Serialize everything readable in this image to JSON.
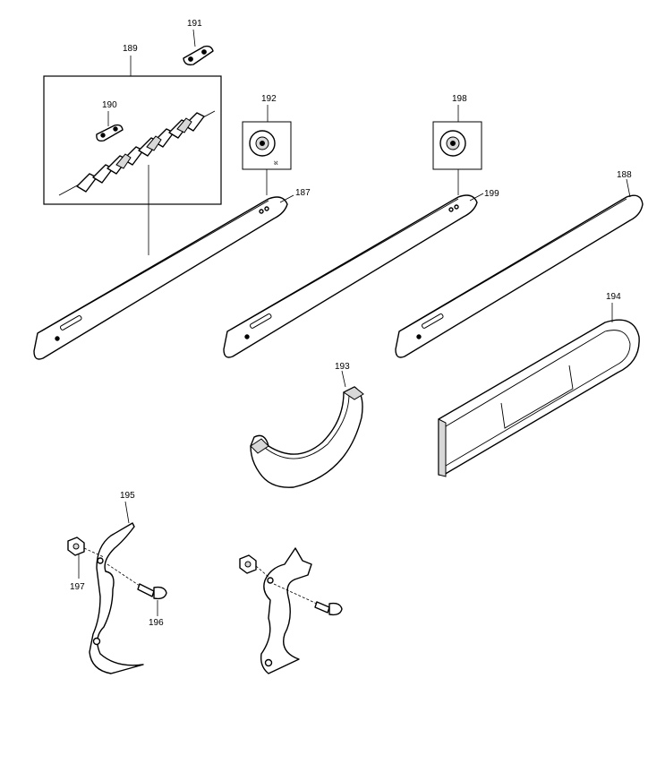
{
  "callouts": {
    "p187": "187",
    "p188": "188",
    "p189": "189",
    "p190": "190",
    "p191": "191",
    "p192": "192",
    "p193": "193",
    "p194": "194",
    "p195": "195",
    "p196": "196",
    "p197": "197",
    "p198": "198",
    "p199": "199"
  },
  "style": {
    "line_color": "#000000",
    "background": "#ffffff"
  }
}
